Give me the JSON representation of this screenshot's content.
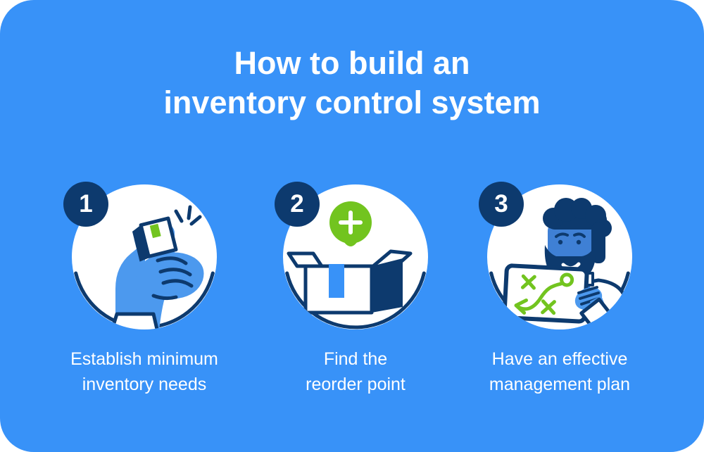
{
  "poster": {
    "title": "How to build an\ninventory control system"
  },
  "steps": [
    {
      "number": "1",
      "label": "Establish minimum\ninventory needs",
      "icon": "hand-holding-item"
    },
    {
      "number": "2",
      "label": "Find the\nreorder point",
      "icon": "open-box-reorder-pin"
    },
    {
      "number": "3",
      "label": "Have an effective\nmanagement plan",
      "icon": "person-holding-strategy-tablet"
    }
  ],
  "colors": {
    "background": "#3892F8",
    "page": "#FFFFFF",
    "navy": "#0D3A6E",
    "green": "#72C41F",
    "white": "#FFFFFF",
    "hand_blue": "#4C99EE",
    "face_blue": "#3F80D5"
  }
}
